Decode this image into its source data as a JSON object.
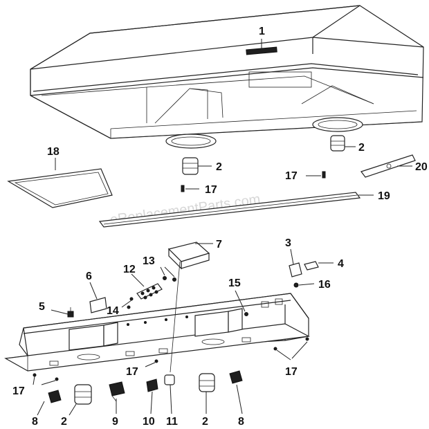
{
  "watermark": "eReplacementParts.com",
  "labels": {
    "p1": "1",
    "p2a": "2",
    "p2b": "2",
    "p2c": "2",
    "p2d": "2",
    "p3": "3",
    "p4": "4",
    "p5": "5",
    "p6": "6",
    "p7": "7",
    "p8a": "8",
    "p8b": "8",
    "p9": "9",
    "p10": "10",
    "p11": "11",
    "p12": "12",
    "p13": "13",
    "p14": "14",
    "p15": "15",
    "p16": "16",
    "p17a": "17",
    "p17b": "17",
    "p17c": "17",
    "p17d": "17",
    "p17e": "17",
    "p18": "18",
    "p19": "19",
    "p20": "20"
  }
}
